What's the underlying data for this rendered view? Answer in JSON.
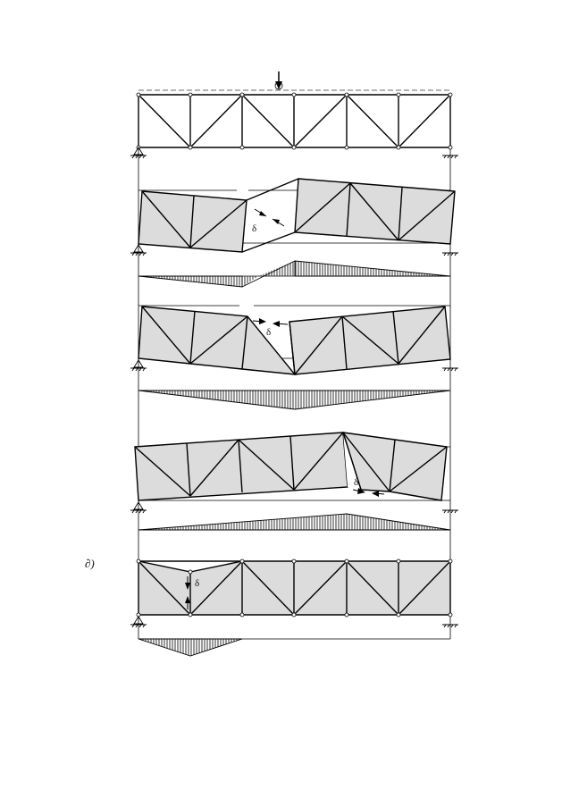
{
  "diagram": {
    "row_label": "∂)",
    "delta_symbol": "δ",
    "panels": [
      {
        "name": "truss-original"
      },
      {
        "name": "mechanism-1"
      },
      {
        "name": "influence-line-1"
      },
      {
        "name": "mechanism-2"
      },
      {
        "name": "influence-line-2"
      },
      {
        "name": "mechanism-3"
      },
      {
        "name": "influence-line-3"
      },
      {
        "name": "mechanism-4"
      },
      {
        "name": "influence-line-4"
      }
    ]
  }
}
